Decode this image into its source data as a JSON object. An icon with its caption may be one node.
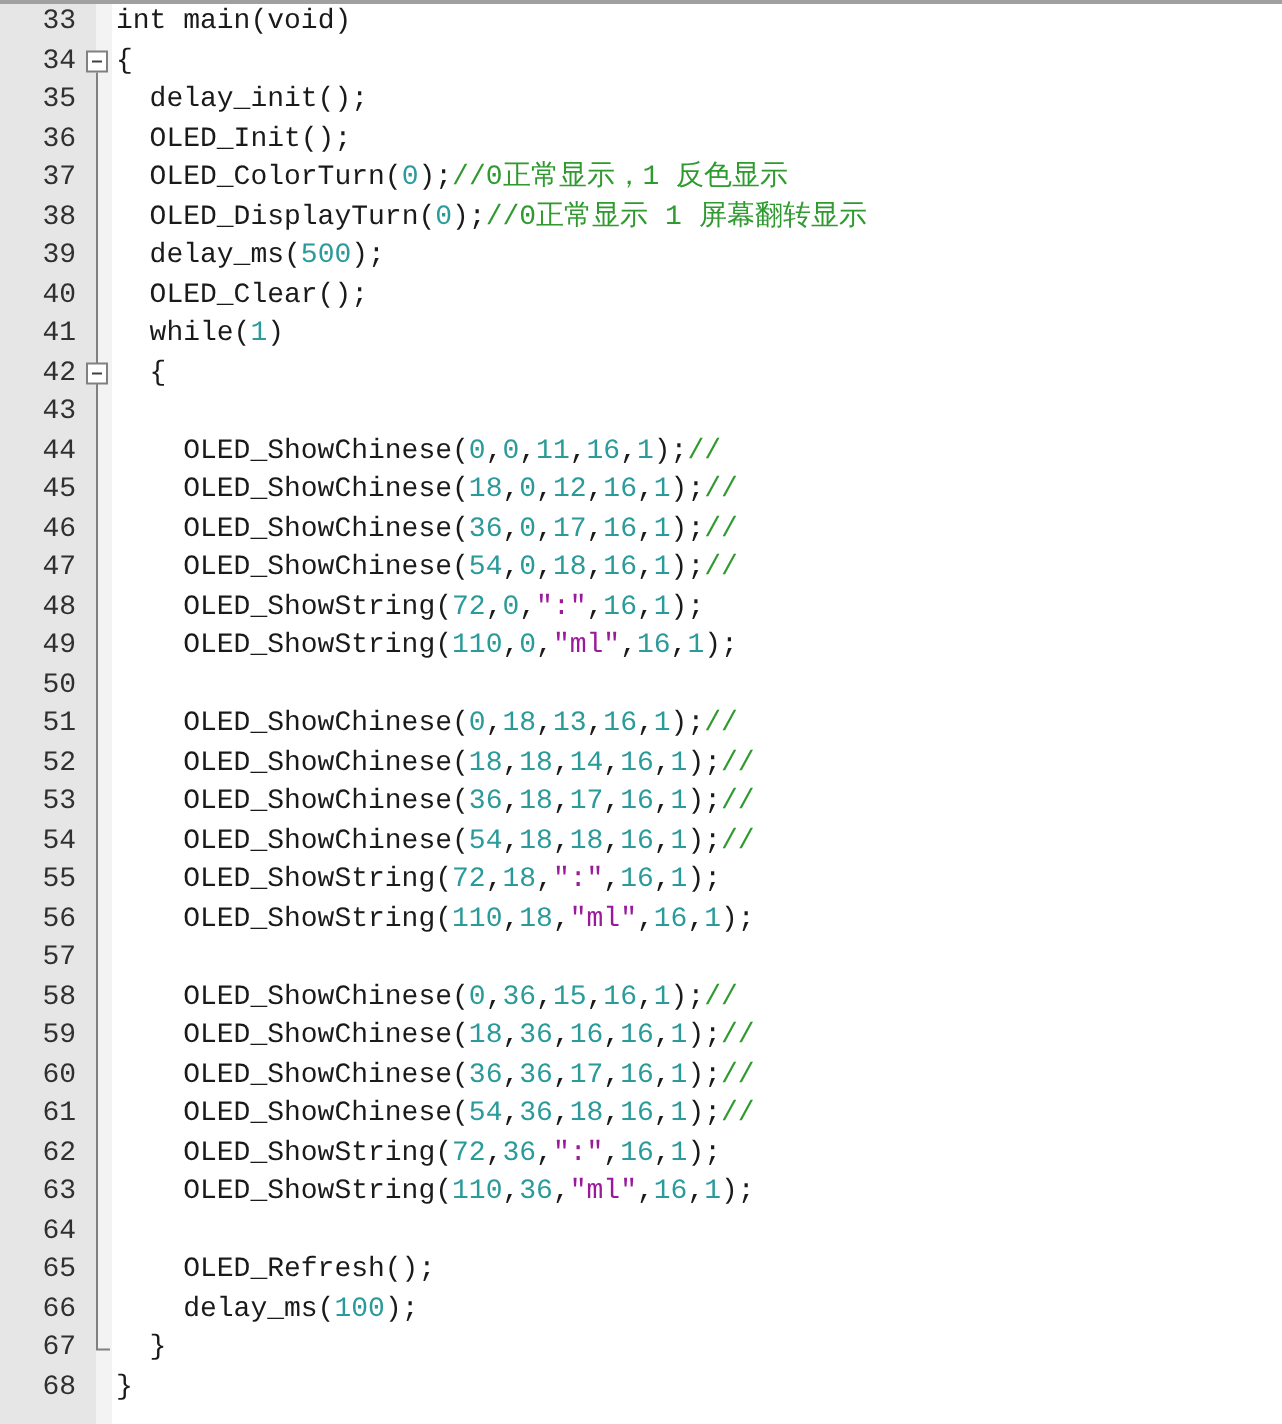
{
  "diagram": {
    "labels": [
      "33",
      "int main(void)",
      "34",
      "{",
      "35",
      "delay_init();",
      "36",
      "OLED_Init();",
      "37",
      "OLED_ColorTurn(0);//0正常显示，1 反色显示",
      "38",
      "OLED_DisplayTurn(0);//0正常显示 1 屏幕翻转显示",
      "39",
      "delay_ms(500);",
      "40",
      "OLED_Clear();",
      "41",
      "while(1)",
      "42",
      "{",
      "43",
      "44",
      "OLED_ShowChinese(0,0,11,16,1);//",
      "45",
      "OLED_ShowChinese(18,0,12,16,1);//",
      "46",
      "OLED_ShowChinese(36,0,17,16,1);//",
      "47",
      "OLED_ShowChinese(54,0,18,16,1);//",
      "48",
      "OLED_ShowString(72,0,\":\",16,1);",
      "49",
      "OLED_ShowString(110,0,\"ml\",16,1);",
      "50",
      "51",
      "OLED_ShowChinese(0,18,13,16,1);//",
      "52",
      "OLED_ShowChinese(18,18,14,16,1);//",
      "53",
      "OLED_ShowChinese(36,18,17,16,1);//",
      "54",
      "OLED_ShowChinese(54,18,18,16,1);//",
      "55",
      "OLED_ShowString(72,18,\":\",16,1);",
      "56",
      "OLED_ShowString(110,18,\"ml\",16,1);",
      "57",
      "58",
      "OLED_ShowChinese(0,36,15,16,1);//",
      "59",
      "OLED_ShowChinese(18,36,16,16,1);//",
      "60",
      "OLED_ShowChinese(36,36,17,16,1);//",
      "61",
      "OLED_ShowChinese(54,36,18,16,1);//",
      "62",
      "OLED_ShowString(72,36,\":\",16,1);",
      "63",
      "OLED_ShowString(110,36,\"ml\",16,1);",
      "64",
      "65",
      "OLED_Refresh();",
      "66",
      "delay_ms(100);",
      "67",
      "}",
      "68",
      "}"
    ]
  }
}
